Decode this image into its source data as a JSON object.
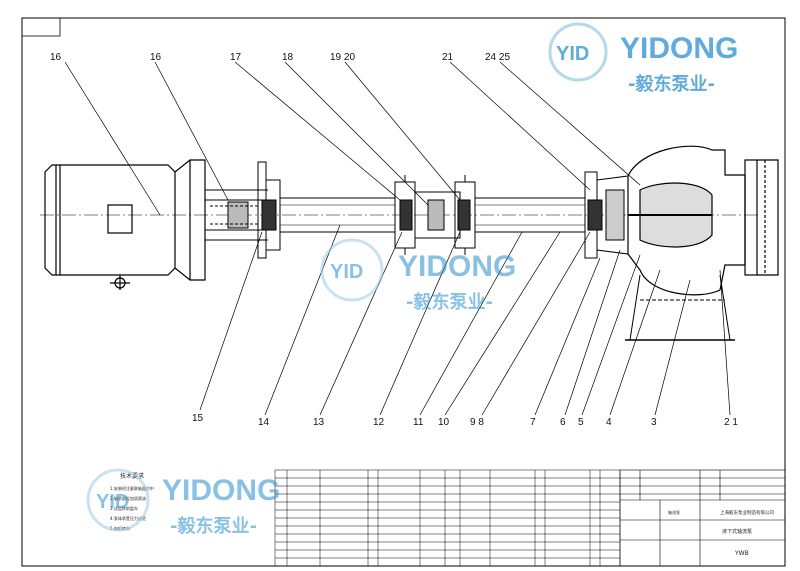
{
  "watermark": {
    "badge": "YID",
    "brand": "YIDONG",
    "brand_cn": "-毅东泵业-"
  },
  "callouts": [
    "16",
    "16",
    "17",
    "18",
    "19 20",
    "21",
    "24 25",
    "15",
    "14",
    "13",
    "12",
    "11",
    "10",
    "9 8",
    "7",
    "6",
    "5",
    "4",
    "3",
    "2 1"
  ],
  "notes": {
    "title": "技术要求",
    "lines": [
      "1.安装时注意联轴器对中",
      "2.轴承部位加润滑油",
      "3.试运转前盘车",
      "4.泵体承受压力试验",
      "5.电机转向"
    ]
  },
  "title_block": {
    "company": "上海毅东泵业制造有限公司",
    "drawing_name": "液下式轴流泵",
    "code": "YWB",
    "mark": "轴流泵"
  },
  "colors": {
    "line": "#000000",
    "watermark": "#2a8fd0",
    "watermark_light": "#9ccbe8"
  }
}
